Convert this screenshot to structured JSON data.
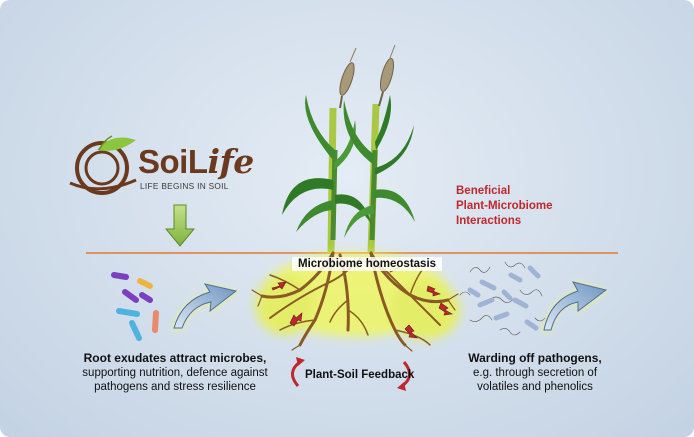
{
  "logo": {
    "word_start": "SoiL",
    "word_end": "ife",
    "tagline": "LIFE BEGINS IN SOIL"
  },
  "labels": {
    "beneficial": [
      "Beneficial",
      "Plant-Microbiome",
      "Interactions"
    ],
    "homeostasis": "Microbiome homeostasis",
    "feedback": "Plant-Soil Feedback"
  },
  "left_panel": {
    "title": "Root exudates attract microbes,",
    "body": [
      "supporting nutrition, defence against",
      "pathogens and stress resilience"
    ]
  },
  "right_panel": {
    "title": "Warding off pathogens,",
    "body": [
      "e.g. through secretion of",
      "volatiles and phenolics"
    ]
  },
  "colors": {
    "ground_line": "#e07b2c",
    "accent_red": "#c0272d",
    "logo_brown": "#6b3a1e",
    "logo_green": "#8cc63f",
    "root_brown": "#8a5a24",
    "glow_yellow": "#f4f06a"
  },
  "icons": [
    "soillife-logo",
    "down-arrow-icon",
    "curved-arrow-icon",
    "bacteria-icon",
    "pathogen-icon",
    "wheat-plant-icon",
    "roots-icon",
    "cycle-arrows-icon"
  ]
}
